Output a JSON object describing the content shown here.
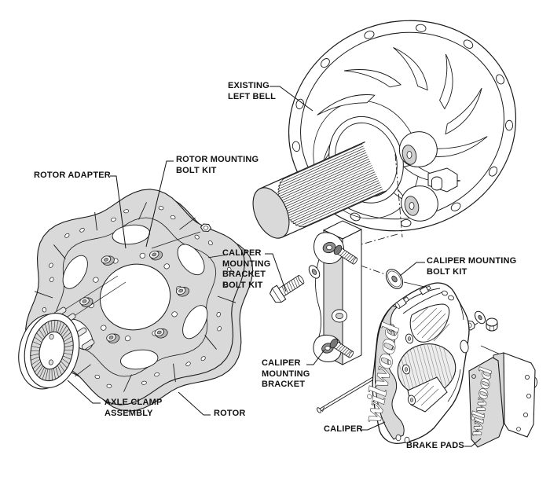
{
  "diagram": {
    "labels": {
      "existing_left_bell": "EXISTING\nLEFT BELL",
      "rotor_adapter": "ROTOR ADAPTER",
      "rotor_mounting_bolt_kit": "ROTOR MOUNTING\nBOLT KIT",
      "caliper_mounting_bracket_bolt_kit": "CALIPER\nMOUNTING\nBRACKET\nBOLT KIT",
      "caliper_mounting_bolt_kit": "CALIPER MOUNTING\nBOLT KIT",
      "caliper_mounting_bracket": "CALIPER\nMOUNTING\nBRACKET",
      "axle_clamp_assembly": "AXLE CLAMP\nASSEMBLY",
      "rotor": "ROTOR",
      "caliper": "CALIPER",
      "brake_pads": "BRAKE PADS"
    },
    "part_markings": {
      "caliper_logo": "wilwood",
      "brake_pad_logo": "wilwood"
    },
    "colors": {
      "line": "#1a1a1a",
      "shade": "#d9d9d9",
      "background": "#ffffff"
    }
  }
}
